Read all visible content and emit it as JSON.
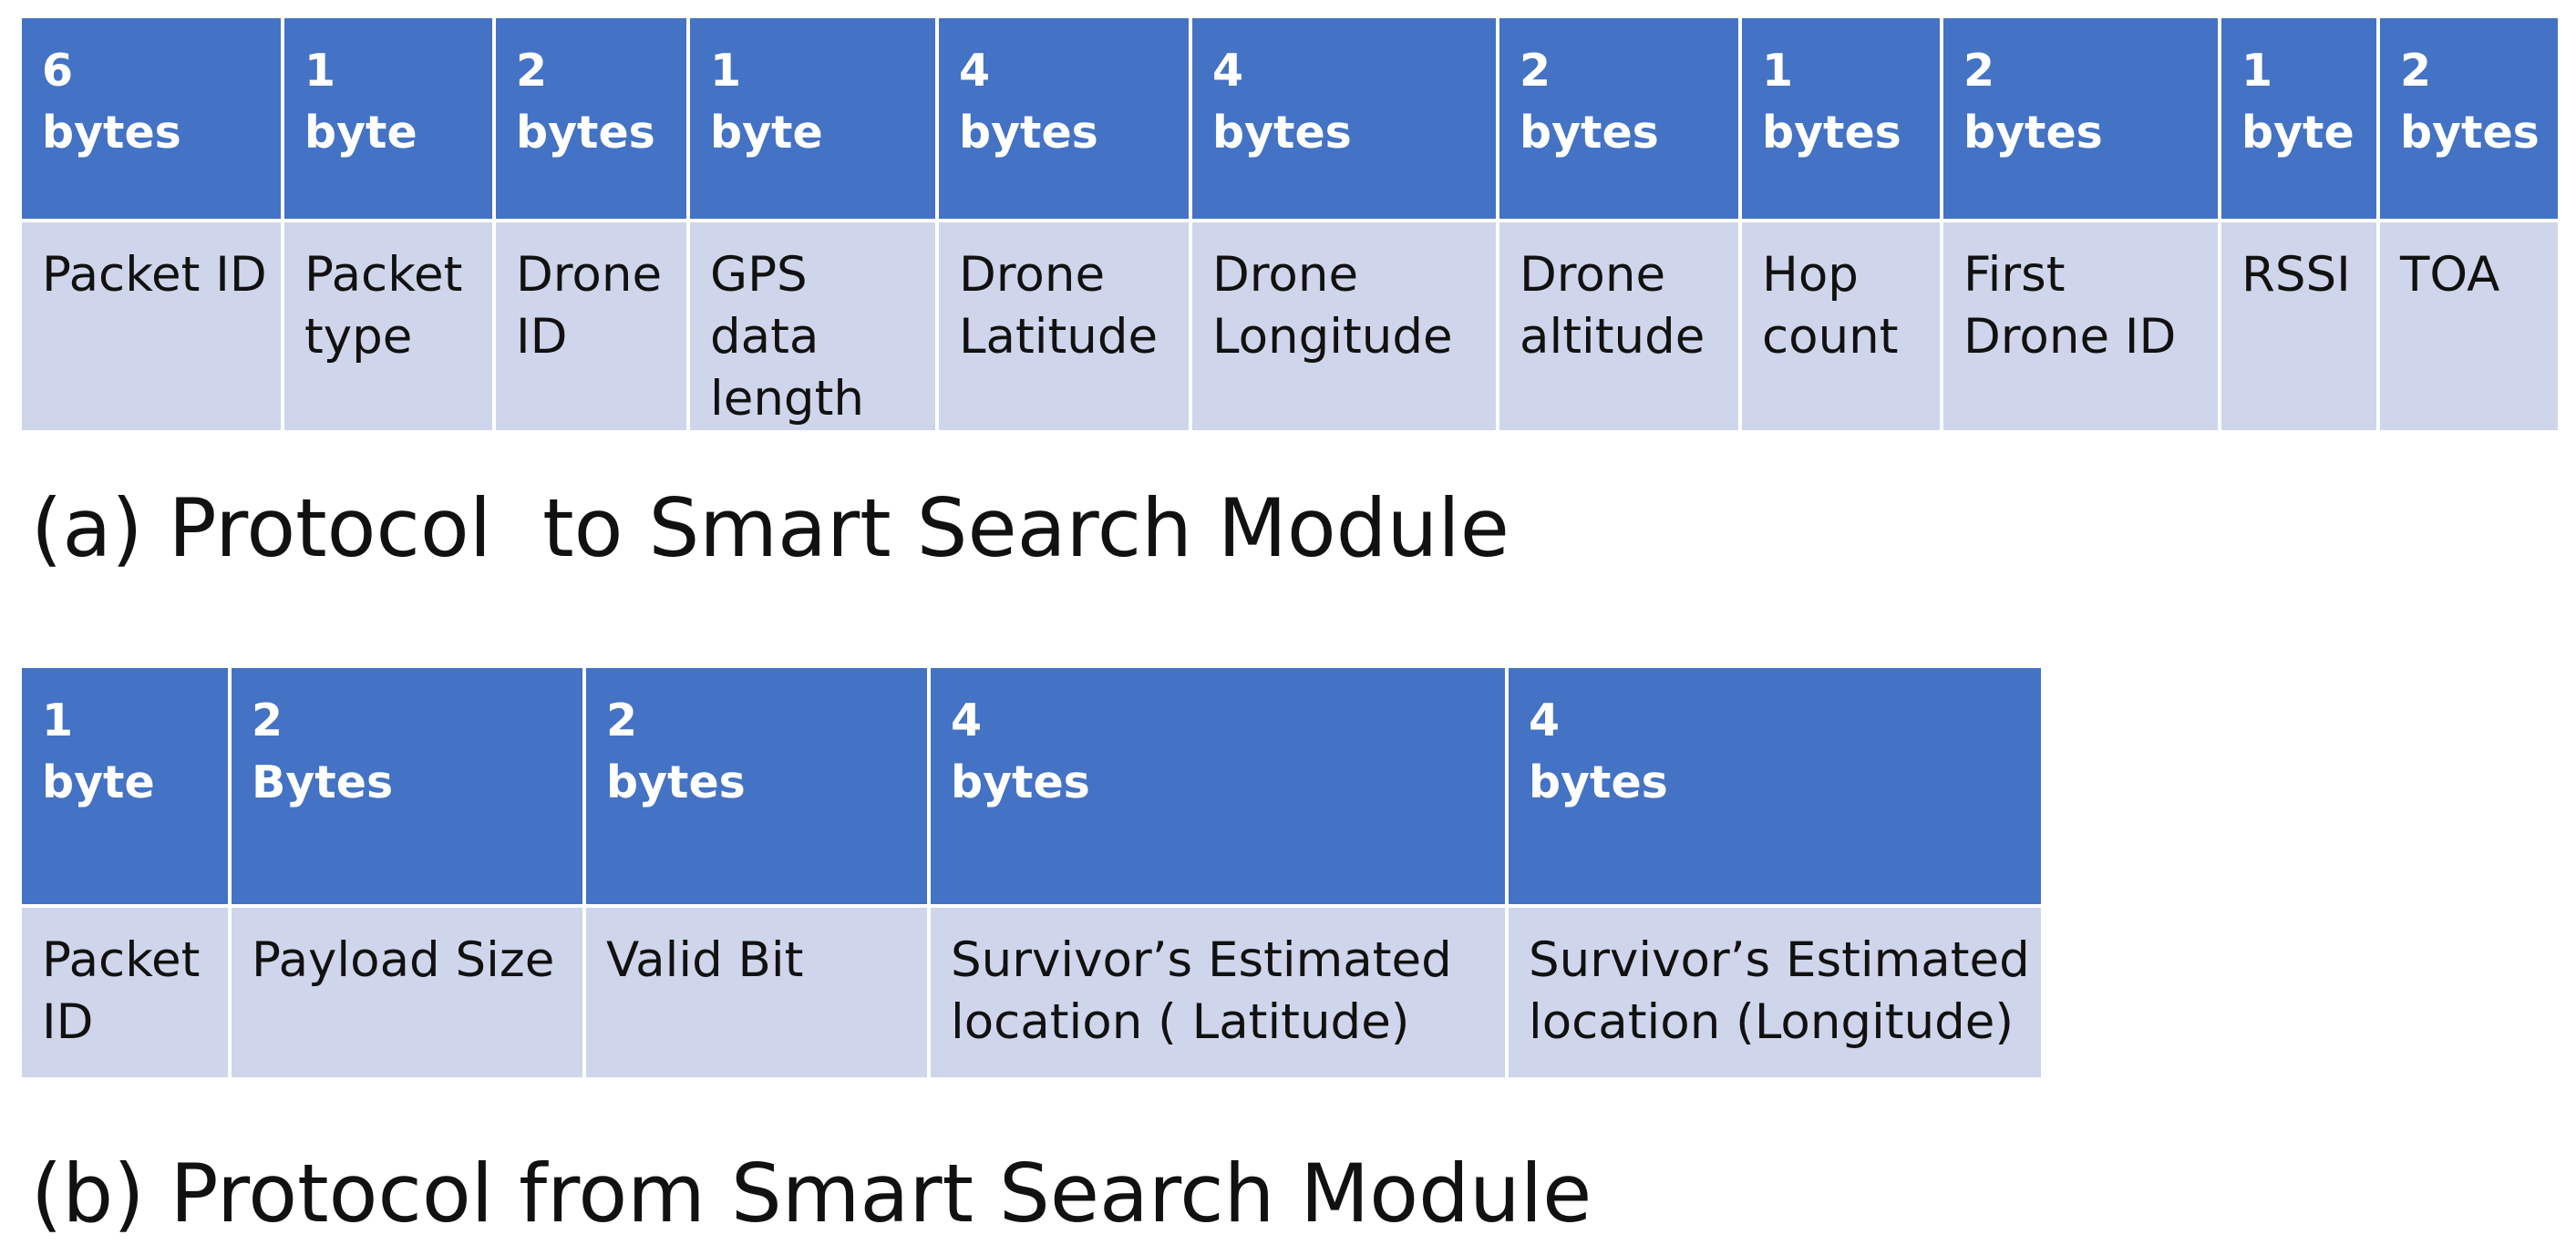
{
  "protocol_a": {
    "caption": "(a) Protocol  to Smart Search Module",
    "fields": [
      {
        "size": [
          "6",
          "bytes"
        ],
        "name": [
          "Packet ID"
        ]
      },
      {
        "size": [
          "1",
          "byte"
        ],
        "name": [
          "Packet",
          "type"
        ]
      },
      {
        "size": [
          "2",
          "bytes"
        ],
        "name": [
          "Drone",
          "ID"
        ]
      },
      {
        "size": [
          "1",
          "byte"
        ],
        "name": [
          "GPS",
          "data",
          "length"
        ]
      },
      {
        "size": [
          "4",
          "bytes"
        ],
        "name": [
          "Drone",
          "Latitude"
        ]
      },
      {
        "size": [
          "4",
          "bytes"
        ],
        "name": [
          "Drone",
          "Longitude"
        ]
      },
      {
        "size": [
          "2",
          "bytes"
        ],
        "name": [
          "Drone",
          "altitude"
        ]
      },
      {
        "size": [
          "1",
          "bytes"
        ],
        "name": [
          "Hop",
          "count"
        ]
      },
      {
        "size": [
          "2",
          "bytes"
        ],
        "name": [
          "First",
          "Drone ID"
        ]
      },
      {
        "size": [
          "1",
          "byte"
        ],
        "name": [
          "RSSI"
        ]
      },
      {
        "size": [
          "2",
          "bytes"
        ],
        "name": [
          "TOA"
        ]
      }
    ]
  },
  "protocol_b": {
    "caption": "(b) Protocol from Smart Search Module",
    "fields": [
      {
        "size": [
          "1",
          "byte"
        ],
        "name": [
          "Packet",
          "ID"
        ]
      },
      {
        "size": [
          "2",
          "Bytes"
        ],
        "name": [
          "Payload Size"
        ]
      },
      {
        "size": [
          "2",
          "bytes"
        ],
        "name": [
          "Valid Bit"
        ]
      },
      {
        "size": [
          "4",
          "bytes"
        ],
        "name": [
          "Survivor’s Estimated",
          "location ( Latitude)"
        ]
      },
      {
        "size": [
          "4",
          "bytes"
        ],
        "name": [
          "Survivor’s Estimated",
          "location (Longitude)"
        ]
      }
    ]
  },
  "colors": {
    "header_fill": "#4472c4",
    "field_fill": "#cfd5ea",
    "header_text": "#ffffff",
    "field_text": "#111111"
  }
}
